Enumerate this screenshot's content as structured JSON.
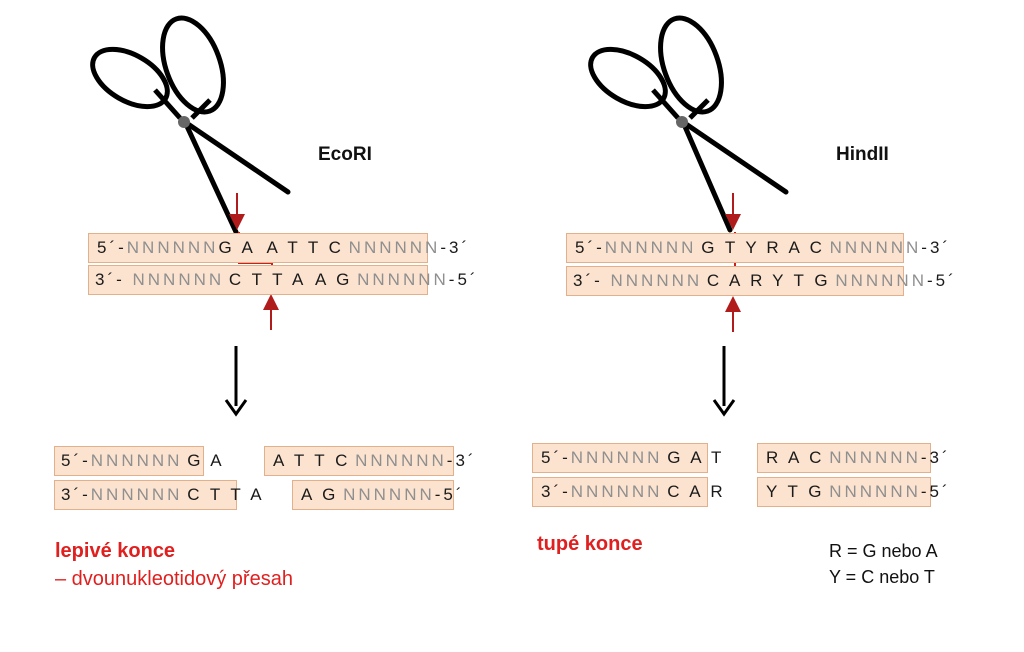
{
  "ecori": {
    "title": "EcoRI",
    "top_strand": {
      "p5": "5´-",
      "n1": "NNNNNN",
      "a": "G A",
      "b": "A T T C",
      "n2": "NNNNNN",
      "p3": "-3´"
    },
    "bottom_strand": {
      "p3": "3´- ",
      "n1": "NNNNNN",
      "a": "C T T A",
      "b": "A G",
      "n2": "NNNNNN",
      "p5": "-5´"
    },
    "fragment_left_top": {
      "p": "5´-",
      "n": "NNNNNN",
      "s": "G A"
    },
    "fragment_left_bottom": {
      "p": "3´-",
      "n": "NNNNNN",
      "s": "C T T A"
    },
    "fragment_right_top": {
      "s": "A T T C",
      "n": "NNNNNN",
      "p": "-3´"
    },
    "fragment_right_bottom": {
      "s": "A G",
      "n": "NNNNNN",
      "p": "-5´"
    },
    "result_line1": "lepivé konce",
    "result_line2": "– dvounukleotidový přesah"
  },
  "hindii": {
    "title": "HindII",
    "top_strand": {
      "p5": "5´-",
      "n1": "NNNNNN",
      "a": "G T Y",
      "b": "R A C",
      "n2": "NNNNNN",
      "p3": "-3´"
    },
    "bottom_strand": {
      "p3": "3´- ",
      "n1": "NNNNNN",
      "a": "C A R",
      "b": "Y T G",
      "n2": "NNNNNN",
      "p5": "-5´"
    },
    "fragment_left_top": {
      "p": "5´-",
      "n": "NNNNNN",
      "s": "G A T"
    },
    "fragment_left_bottom": {
      "p": "3´-",
      "n": "NNNNNN",
      "s": "C A R"
    },
    "fragment_right_top": {
      "s": "R A C",
      "n": "NNNNNN",
      "p": "-3´"
    },
    "fragment_right_bottom": {
      "s": "Y T G",
      "n": "NNNNNN",
      "p": "-5´"
    },
    "result_line1": "tupé konce"
  },
  "legend": {
    "line1": "R = G nebo A",
    "line2": "Y = C nebo T"
  },
  "colors": {
    "box_fill": "#fce3cf",
    "box_border": "#e2b08a",
    "cut_red": "#b01c1c",
    "label_red": "#e01f1f",
    "n_gray": "#8f8f8f"
  },
  "icons": [
    "scissors-icon",
    "arrow-down-icon"
  ]
}
